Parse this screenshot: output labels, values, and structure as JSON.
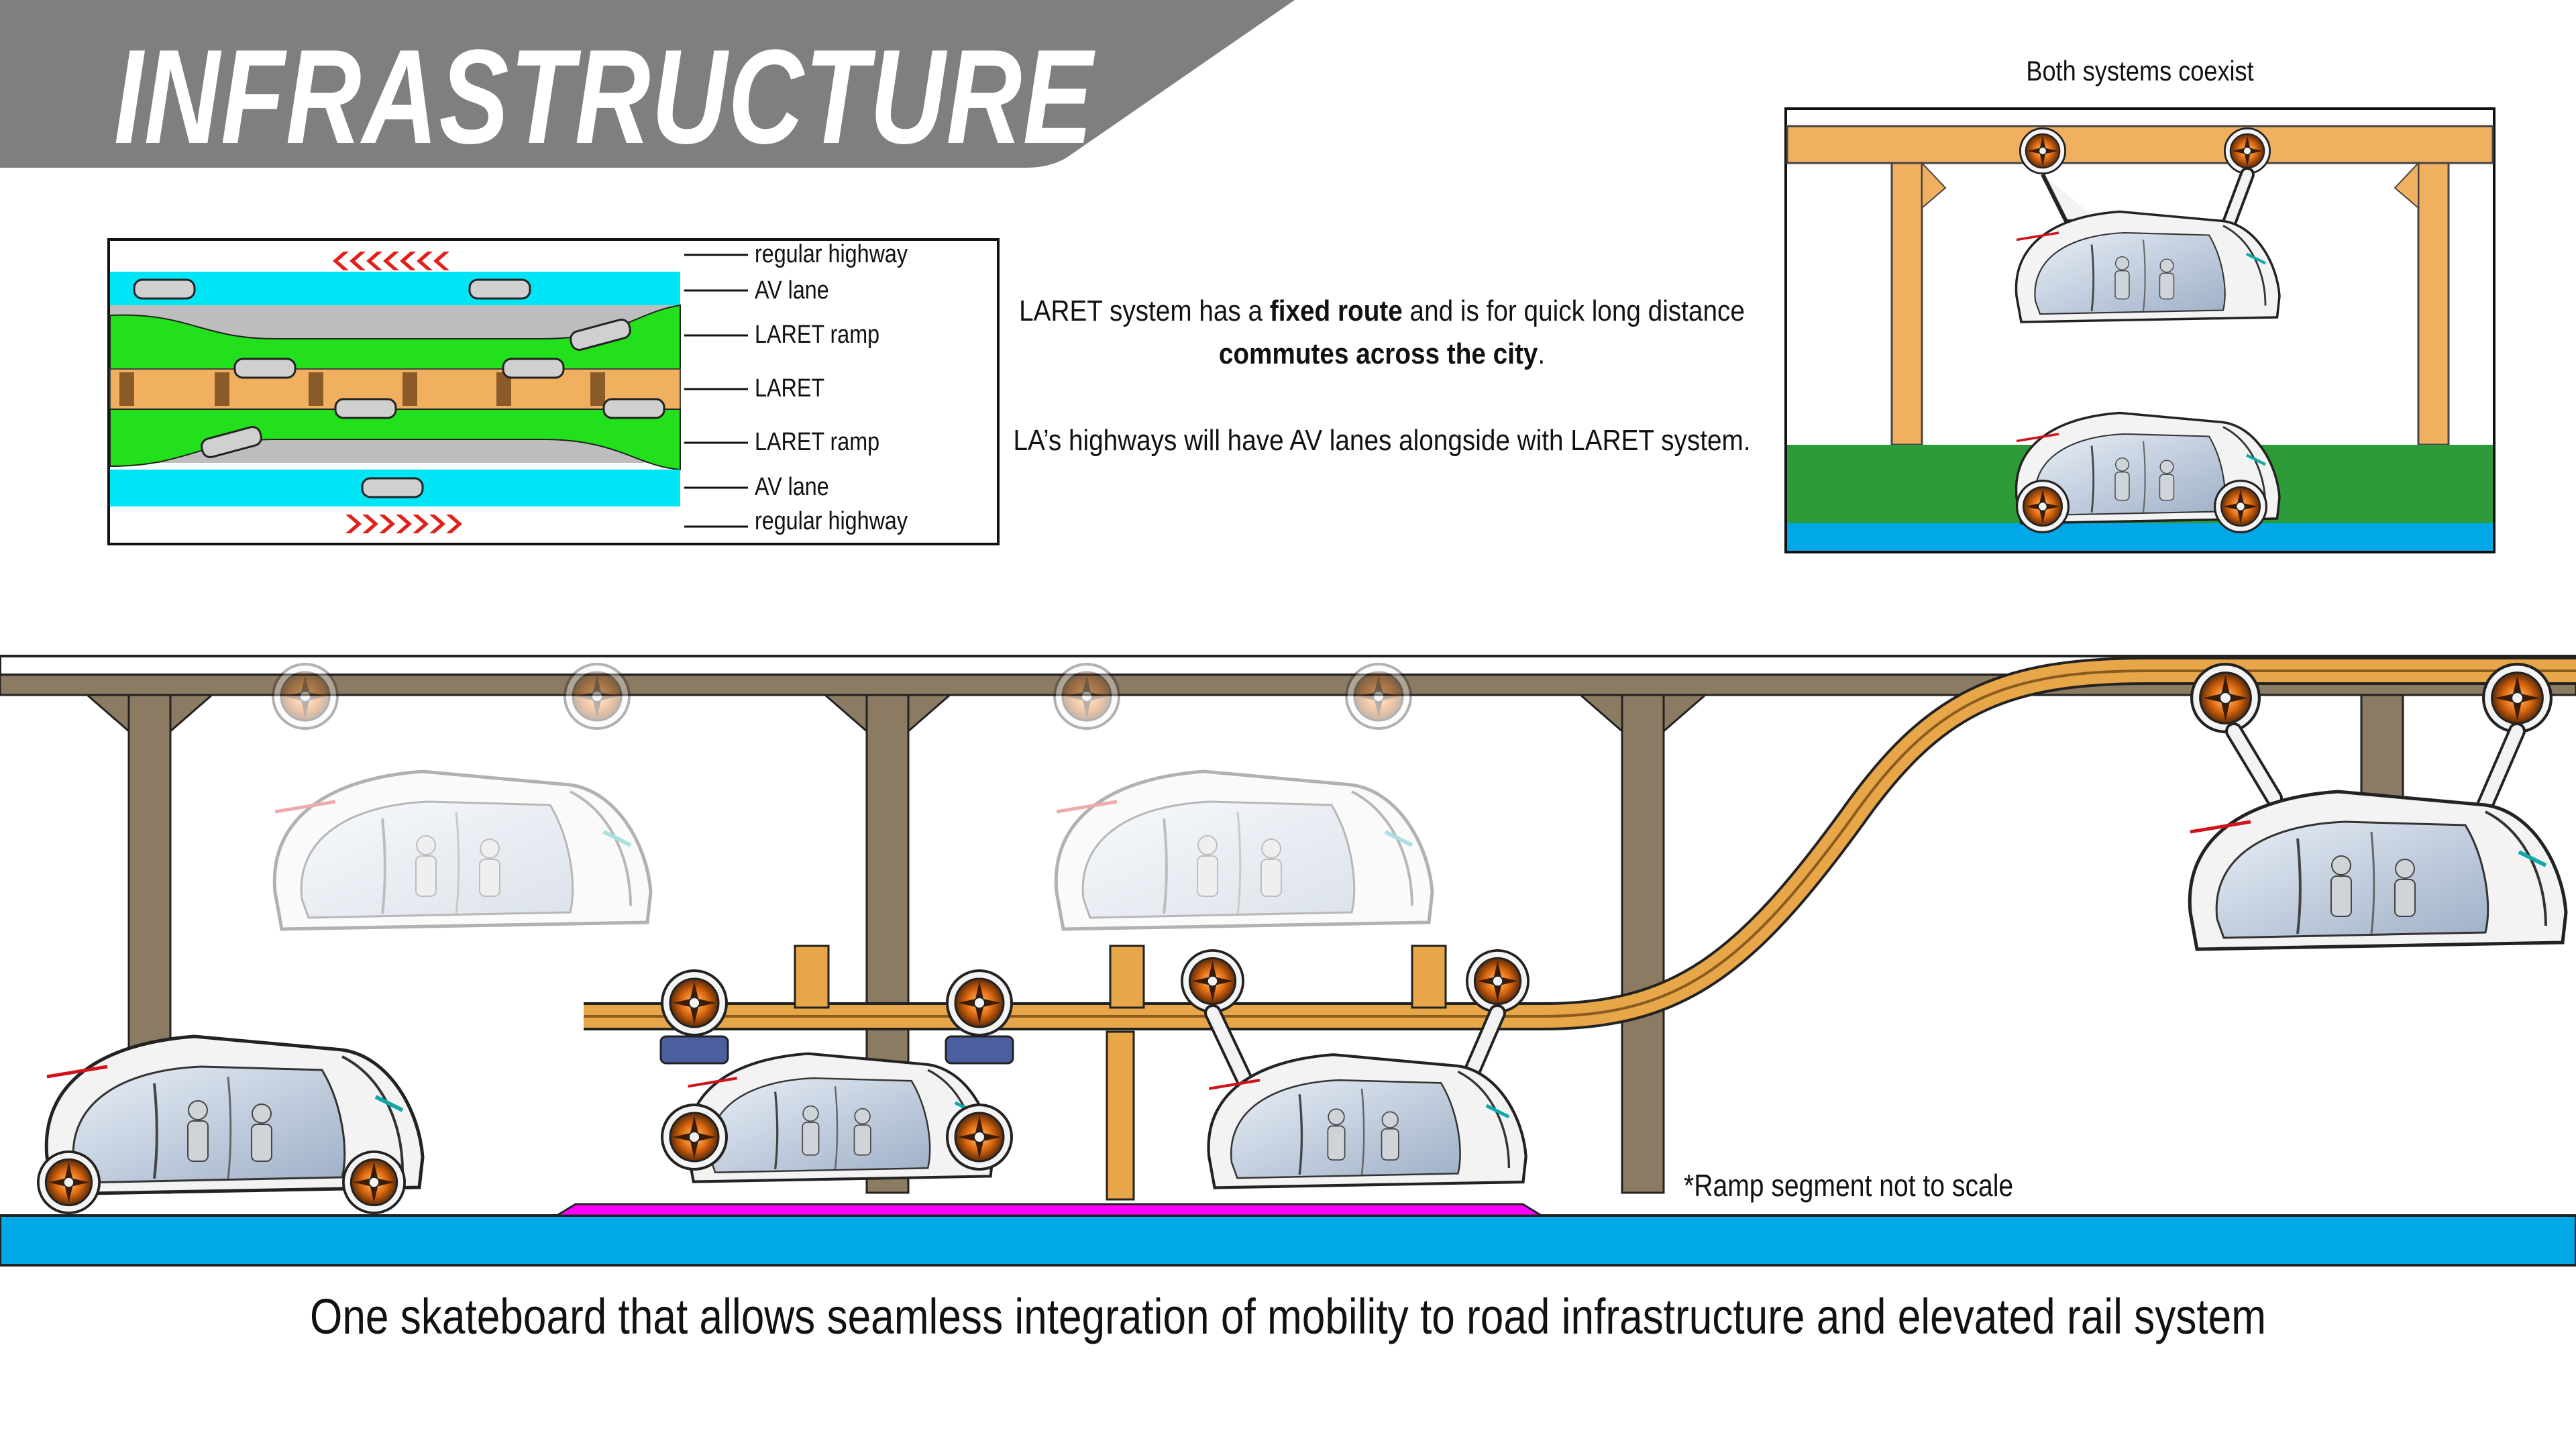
{
  "header": {
    "title": "INFRASTRUCTURE"
  },
  "lane_diagram": {
    "labels": [
      "regular highway",
      "AV lane",
      "LARET ramp",
      "LARET",
      "LARET ramp",
      "AV lane",
      "regular highway"
    ],
    "colors": {
      "av_lane": "#00e5f5",
      "ramp": "#22e01b",
      "laret": "#f0b060",
      "highway": "#bdbdbd",
      "arrows": "#e0201b"
    }
  },
  "description": {
    "para1_a": "LARET system has a ",
    "para1_b": "fixed route",
    "para1_c": " and is for quick long distance ",
    "para1_d": "commutes across the city",
    "para1_e": ".",
    "para2": "LA’s highways will have AV lanes alongside with LARET system."
  },
  "coexist": {
    "caption": "Both systems coexist"
  },
  "scene": {
    "note": "*Ramp segment not to scale",
    "colors": {
      "ground": "#00a8e8",
      "platform": "#ff00ff",
      "rail": "#e7a647",
      "beam": "#8b7b63"
    }
  },
  "footer": {
    "caption": "One skateboard that allows seamless integration of mobility to road infrastructure and elevated rail system"
  }
}
